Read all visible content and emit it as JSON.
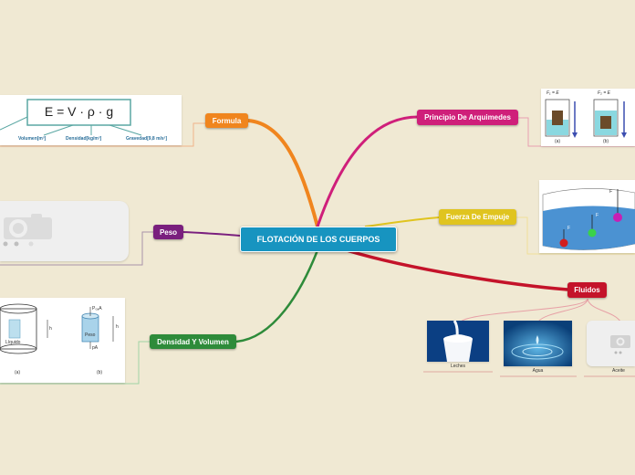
{
  "central": {
    "label": "FLOTACIÓN DE LOS CUERPOS"
  },
  "branches": {
    "formula": {
      "label": "Formula",
      "color": "#f0851e"
    },
    "peso": {
      "label": "Peso",
      "color": "#7a1f7e"
    },
    "densidad": {
      "label": "Densidad Y Volumen",
      "color": "#2e8b3a"
    },
    "arquimedes": {
      "label": "Principio De Arquimedes",
      "color": "#cf1f7a"
    },
    "empuje": {
      "label": "Fuerza De Empuje",
      "color": "#e0c41f"
    },
    "fluidos": {
      "label": "Fluidos",
      "color": "#c4132a"
    }
  },
  "formula_card": {
    "equation": "E = V · ρ · g",
    "labels": [
      "Volumen[m³]",
      "Densidad[kg/m³]",
      "Gravedad[9,8 m/s²]"
    ]
  },
  "densidad_card": {
    "liquid_label": "Líquido",
    "captions": [
      "(a)",
      "(b)"
    ],
    "side_labels": [
      "h",
      "h"
    ],
    "top_label": "P₀ₐA",
    "bottom_label": "pA",
    "weight_label": "Peso"
  },
  "arquimedes_card": {
    "titles": [
      "F₁ = E",
      "F₂ = E"
    ],
    "captions": [
      "(a)",
      "(b)"
    ]
  },
  "empuje_card": {
    "labels": [
      "F",
      "F",
      "F"
    ]
  },
  "fluidos": {
    "items": [
      {
        "label": "Leches"
      },
      {
        "label": "Agua"
      },
      {
        "label": "Aceite"
      }
    ]
  },
  "colors": {
    "background": "#f0e9d3",
    "central": "#1794c0"
  }
}
